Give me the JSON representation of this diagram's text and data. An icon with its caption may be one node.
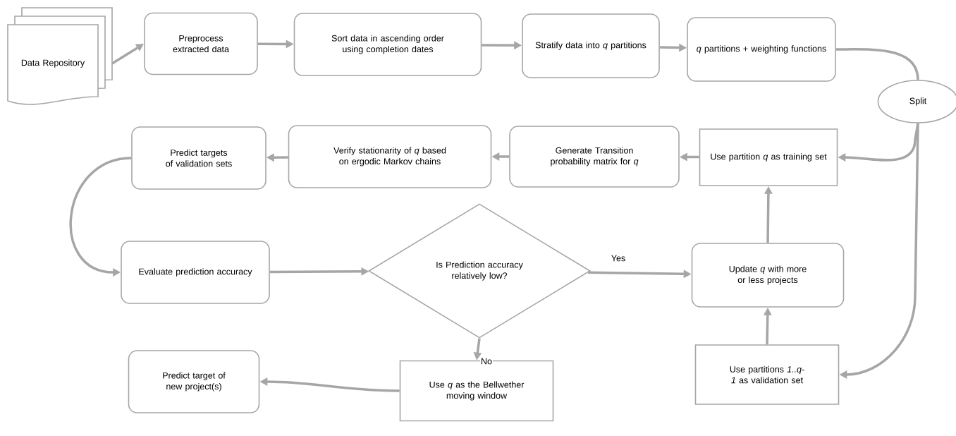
{
  "diagram": {
    "nodes": [
      {
        "text": [
          "Data Repository"
        ]
      },
      {
        "text": [
          "Preprocess extracted data"
        ]
      },
      {
        "text": [
          "Sort data in ascending order using completion dates"
        ]
      },
      {
        "text": [
          "Stratify data into *q* partitions"
        ]
      },
      {
        "text": [
          "*q* partitions + weighting functions"
        ]
      },
      {
        "text": [
          "Split"
        ]
      },
      {
        "text": [
          "Predict targets of validation sets"
        ]
      },
      {
        "text": [
          "Verify stationarity of *q* based on ergodic Markov chains"
        ]
      },
      {
        "text": [
          "Generate Transition probability matrix for *q*"
        ]
      },
      {
        "text": [
          "Use partition *q* as training set"
        ]
      },
      {
        "text": [
          "Evaluate prediction accuracy"
        ]
      },
      {
        "text": [
          "Is Prediction accuracy relatively low?"
        ]
      },
      {
        "text": [
          "Update *q* with more or less projects"
        ]
      },
      {
        "text": [
          "Predict target of new project(s)"
        ]
      },
      {
        "text": [
          "Use *q* as the Bellwether moving window"
        ]
      },
      {
        "text": [
          "Use partitions *1..q-1* as validation set"
        ]
      }
    ],
    "edges": [
      {
        "from": 0,
        "to": 1,
        "arrow": "to"
      },
      {
        "from": 1,
        "to": 2,
        "arrow": "to"
      },
      {
        "from": 2,
        "to": 3,
        "arrow": "to"
      },
      {
        "from": 3,
        "to": 4,
        "arrow": "to"
      },
      {
        "from": 4,
        "to": 5,
        "arrow": "none"
      },
      {
        "from": 5,
        "to": 9,
        "arrow": "to"
      },
      {
        "from": 5,
        "to": 15,
        "arrow": "to"
      },
      {
        "from": 9,
        "to": 8,
        "arrow": "to"
      },
      {
        "from": 8,
        "to": 7,
        "arrow": "to"
      },
      {
        "from": 7,
        "to": 6,
        "arrow": "to"
      },
      {
        "from": 6,
        "to": 10,
        "arrow": "to"
      },
      {
        "from": 10,
        "to": 11,
        "arrow": "to"
      },
      {
        "from": 11,
        "to": 12,
        "arrow": "to",
        "label": "Yes"
      },
      {
        "from": 11,
        "to": 14,
        "arrow": "to",
        "label": "No"
      },
      {
        "from": 14,
        "to": 13,
        "arrow": "to"
      },
      {
        "from": 15,
        "to": 12,
        "arrow": "to"
      },
      {
        "from": 12,
        "to": 9,
        "arrow": "to"
      }
    ]
  }
}
